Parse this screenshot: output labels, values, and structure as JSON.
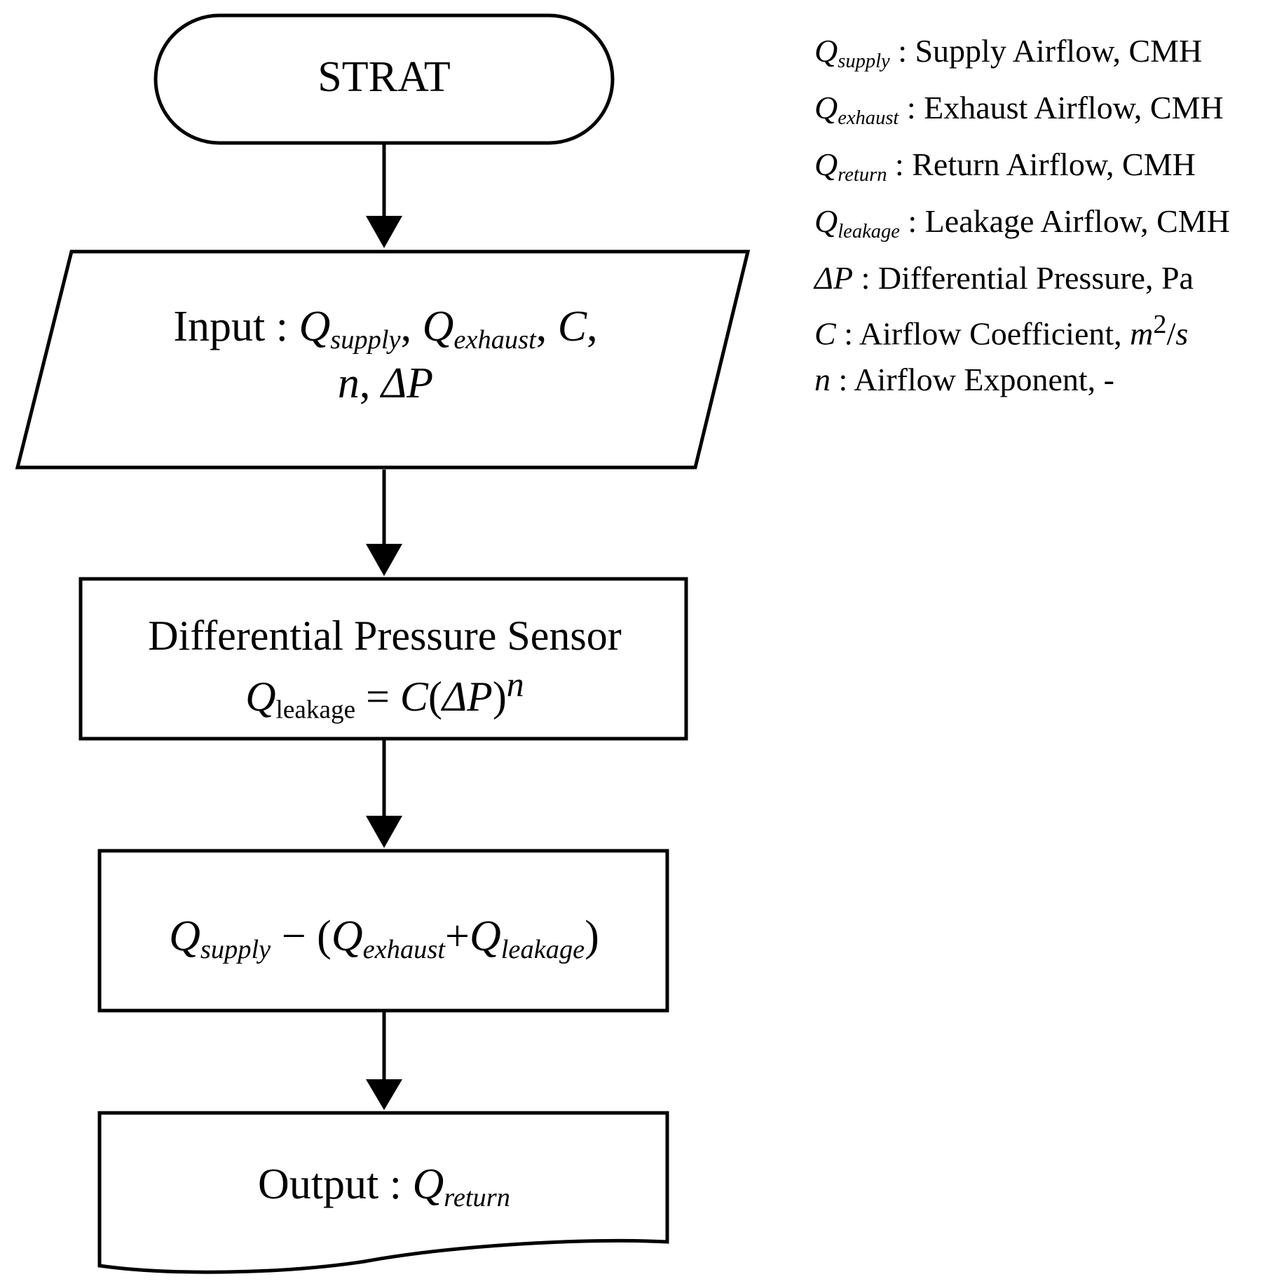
{
  "start": {
    "label": "STRAT"
  },
  "input": {
    "prefix": "Input",
    "separator": " : ",
    "q": "Q",
    "supply": "supply",
    "exhaust": "exhaust",
    "comma": ", ",
    "c": "C",
    "n": "n",
    "delta_p": "ΔP"
  },
  "sensor": {
    "title": "Differential Pressure Sensor",
    "q": "Q",
    "sub_leak": "leak",
    "sub_age": "age",
    "equals": " = ",
    "c": "C",
    "open": "(",
    "delta_p": "ΔP",
    "close": ")",
    "exp": "n"
  },
  "calc": {
    "q": "Q",
    "supply": "supply",
    "minus": " − (",
    "exhaust": "exhaust",
    "plus": "+",
    "leakage": "leakage",
    "close": ")"
  },
  "output": {
    "prefix": "Output",
    "separator": " : ",
    "q": "Q",
    "sub": "return"
  },
  "legend": [
    {
      "symbol": "Q",
      "sub": "supply",
      "text": " : Supply  Airflow, CMH"
    },
    {
      "symbol": "Q",
      "sub": "exhaust",
      "text": "  : Exhaust Airflow, CMH"
    },
    {
      "symbol": "Q",
      "sub": "return",
      "text": "  : Return Airflow, CMH"
    },
    {
      "symbol": "Q",
      "sub": "leakage",
      "text": " : Leakage  Airflow, CMH"
    },
    {
      "symbol": "ΔP",
      "sub": "",
      "text": "  : Differential Pressure, Pa"
    },
    {
      "symbol": "C",
      "sub": "",
      "text": "  : Airflow Coefficient, "
    },
    {
      "symbol": "n",
      "sub": "",
      "text": "  : Airflow Exponent, -"
    }
  ],
  "legend_unit": {
    "m": "m",
    "sq": "2",
    "slash": "/",
    "s": "s"
  }
}
